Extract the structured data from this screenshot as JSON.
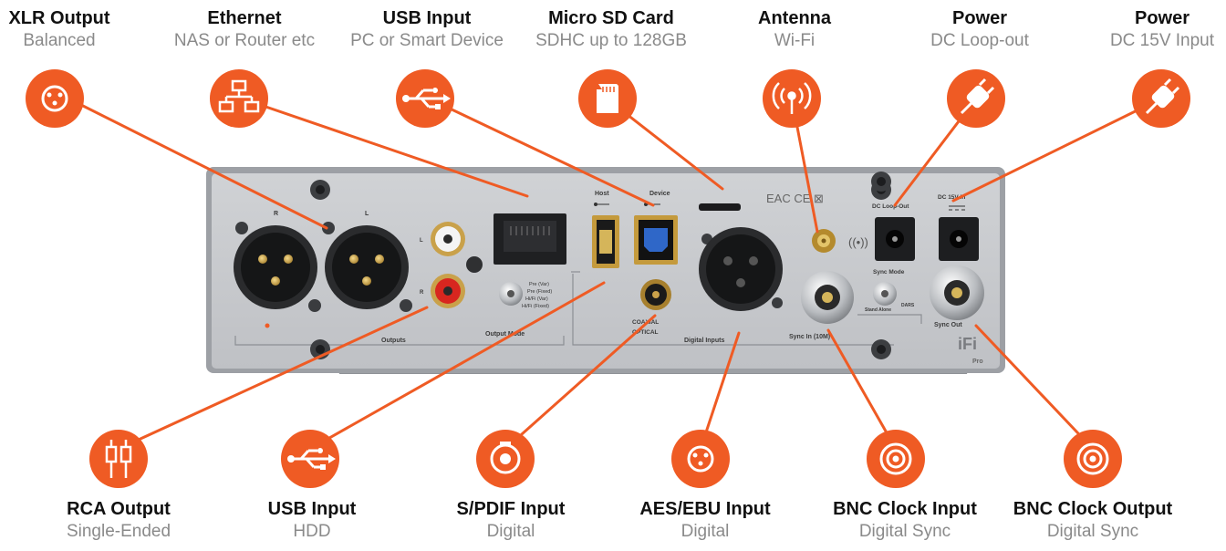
{
  "labels": {
    "xlr": {
      "title": "XLR Output",
      "sub": "Balanced"
    },
    "ethernet": {
      "title": "Ethernet",
      "sub": "NAS or Router etc"
    },
    "usb_top": {
      "title": "USB Input",
      "sub": "PC or Smart Device"
    },
    "sd": {
      "title": "Micro SD Card",
      "sub": "SDHC up to 128GB"
    },
    "antenna": {
      "title": "Antenna",
      "sub": "Wi-Fi"
    },
    "power_loop": {
      "title": "Power",
      "sub": "DC Loop-out"
    },
    "power_in": {
      "title": "Power",
      "sub": "DC 15V Input"
    },
    "rca": {
      "title": "RCA Output",
      "sub": "Single-Ended"
    },
    "usb_hdd": {
      "title": "USB Input",
      "sub": "HDD"
    },
    "spdif": {
      "title": "S/PDIF Input",
      "sub": "Digital"
    },
    "aes": {
      "title": "AES/EBU Input",
      "sub": "Digital"
    },
    "bnc_in": {
      "title": "BNC Clock Input",
      "sub": "Digital Sync"
    },
    "bnc_out": {
      "title": "BNC Clock Output",
      "sub": "Digital Sync"
    }
  },
  "panel": {
    "outputs": "Outputs",
    "output_mode": "Output Mode",
    "coaxial": "COAXIAL",
    "optical": "OPTICAL",
    "digital_inputs": "Digital Inputs",
    "sync_in": "Sync In (10M)",
    "sync_out": "Sync Out",
    "sync_mode": "Sync Mode",
    "dc_loop_out": "DC Loop-Out",
    "dc_15v": "DC 15V In",
    "host": "Host",
    "device": "Device",
    "ch_r": "R",
    "ch_l": "L",
    "rca_l": "L",
    "rca_r": "R",
    "mode_opts": [
      "Pre (Var)",
      "Pre (Fixed)",
      "Hi/Fi (Var)",
      "Hi/Fi (Fixed)"
    ],
    "sync_opts": [
      "Stand Alone",
      "DARS"
    ],
    "brand": "iFi",
    "model": "Pro",
    "marks": "EAC  CE  ⊠"
  },
  "colors": {
    "accent": "#ef5b24",
    "chassis": "#a7aaaf",
    "panel": "#c6c8cc"
  }
}
